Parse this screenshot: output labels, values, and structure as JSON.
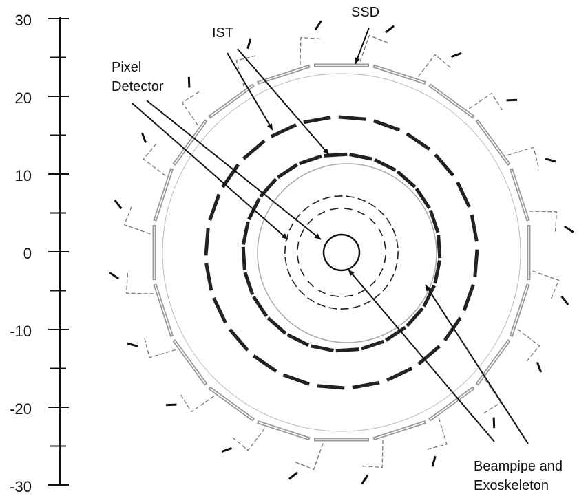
{
  "axis": {
    "tick_labels": [
      "30",
      "20",
      "10",
      "0",
      "-10",
      "-20",
      "-30"
    ]
  },
  "labels": {
    "ssd": "SSD",
    "ist": "IST",
    "pixel_line1": "Pixel",
    "pixel_line2": "Detector",
    "beampipe_line1": "Beampipe and",
    "beampipe_line2": "Exoskeleton"
  },
  "colors": {
    "ink": "#111111",
    "ssd_gray": "#999999",
    "ring_gray": "#aaaaaa"
  }
}
